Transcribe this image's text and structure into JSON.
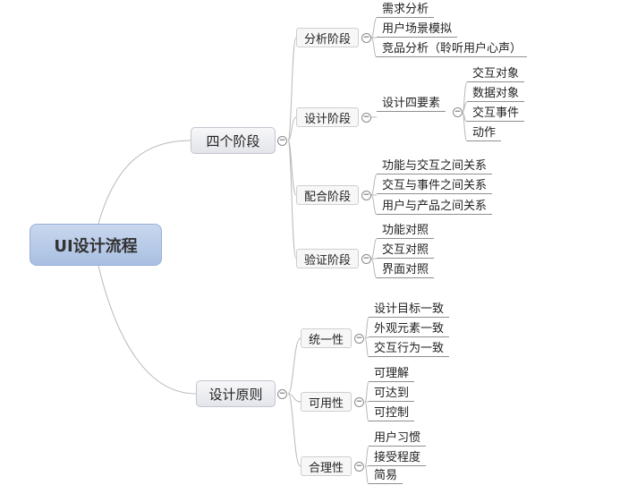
{
  "root": {
    "label": "UI设计流程"
  },
  "four_stages": {
    "label": "四个阶段",
    "analysis": {
      "label": "分析阶段",
      "items": [
        "需求分析",
        "用户场景模拟",
        "竞品分析（聆听用户心声）"
      ]
    },
    "design": {
      "label": "设计阶段",
      "child": {
        "label": "设计四要素",
        "items": [
          "交互对象",
          "数据对象",
          "交互事件",
          "动作"
        ]
      }
    },
    "coordination": {
      "label": "配合阶段",
      "items": [
        "功能与交互之间关系",
        "交互与事件之间关系",
        "用户与产品之间关系"
      ]
    },
    "verification": {
      "label": "验证阶段",
      "items": [
        "功能对照",
        "交互对照",
        "界面对照"
      ]
    }
  },
  "design_principles": {
    "label": "设计原则",
    "consistency": {
      "label": "统一性",
      "items": [
        "设计目标一致",
        "外观元素一致",
        "交互行为一致"
      ]
    },
    "usability": {
      "label": "可用性",
      "items": [
        "可理解",
        "可达到",
        "可控制"
      ]
    },
    "rationality": {
      "label": "合理性",
      "items": [
        "用户习惯",
        "接受程度",
        "简易"
      ]
    }
  },
  "toggle_symbol": "−"
}
